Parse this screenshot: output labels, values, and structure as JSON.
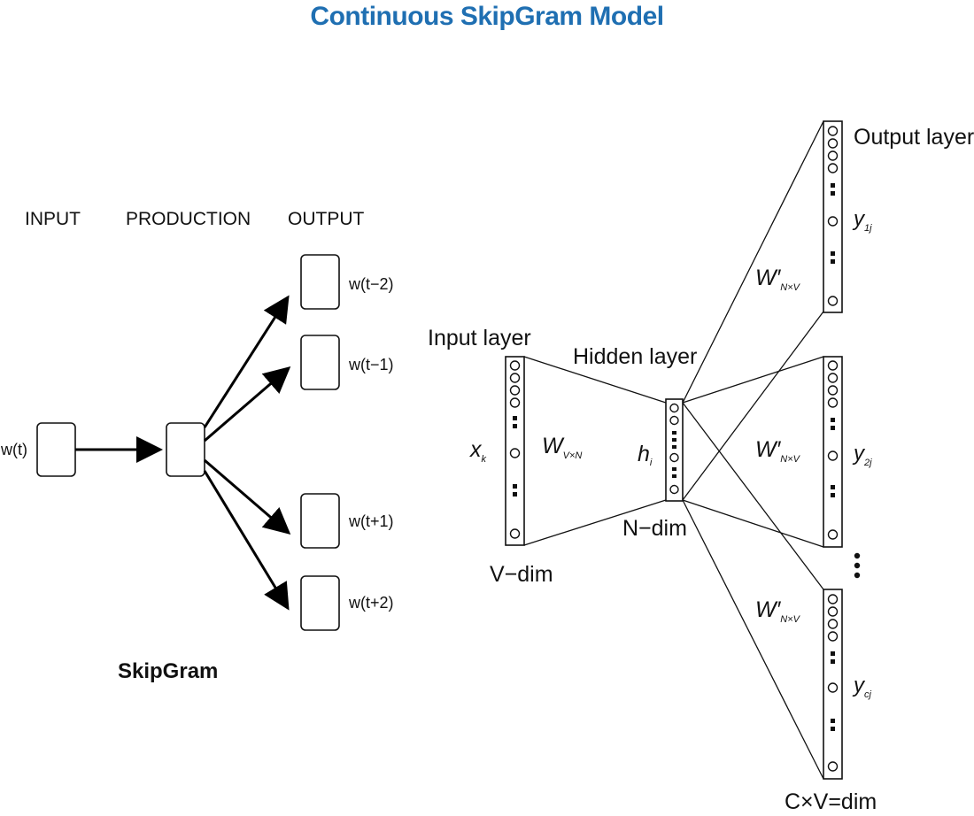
{
  "title": "Continuous SkipGram Model",
  "skipgram": {
    "caption": "SkipGram",
    "col_input": "INPUT",
    "col_production": "PRODUCTION",
    "col_output": "OUTPUT",
    "input_word": "w(t)",
    "outputs": [
      "w(t−2)",
      "w(t−1)",
      "w(t+1)",
      "w(t+2)"
    ]
  },
  "network": {
    "input_layer": "Input layer",
    "hidden_layer": "Hidden layer",
    "output_layer": "Output layer",
    "x_main": "x",
    "x_sub": "k",
    "w_main": "W",
    "w_sub": "V×N",
    "h_main": "h",
    "h_sub": "i",
    "wp_main": "W′",
    "wp_sub": "N×V",
    "y1_main": "y",
    "y1_sub": "1j",
    "y2_main": "y",
    "y2_sub": "2j",
    "yc_main": "y",
    "yc_sub": "cj",
    "v_dim": "V−dim",
    "n_dim": "N−dim",
    "cv_dim": "C×V=dim"
  }
}
